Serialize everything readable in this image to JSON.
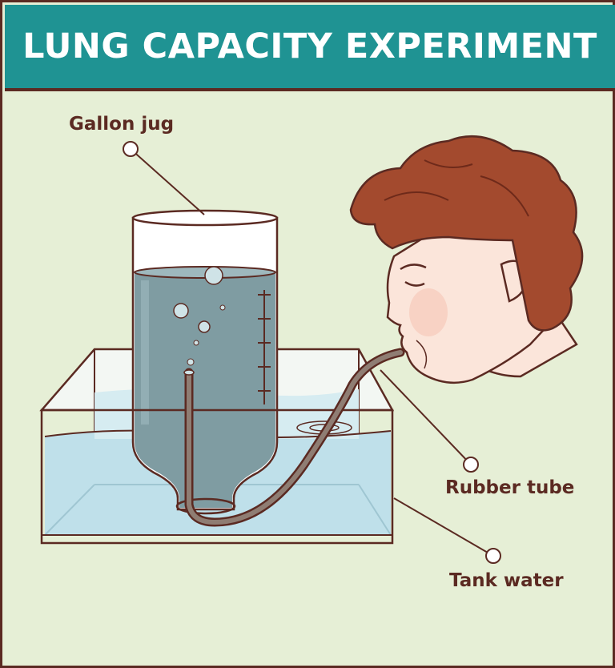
{
  "title": "LUNG CAPACITY EXPERIMENT",
  "labels": {
    "gallon_jug": "Gallon jug",
    "rubber_tube": "Rubber tube",
    "tank_water": "Tank water"
  },
  "colors": {
    "header_bg": "#1f9393",
    "background": "#e6efd6",
    "outline": "#5b2a22",
    "jug_water": "#7f9ca2",
    "tank_water": "#bfe0ea",
    "hair": "#a34a2e",
    "skin": "#fbe5da",
    "tube": "#8f7d73"
  }
}
